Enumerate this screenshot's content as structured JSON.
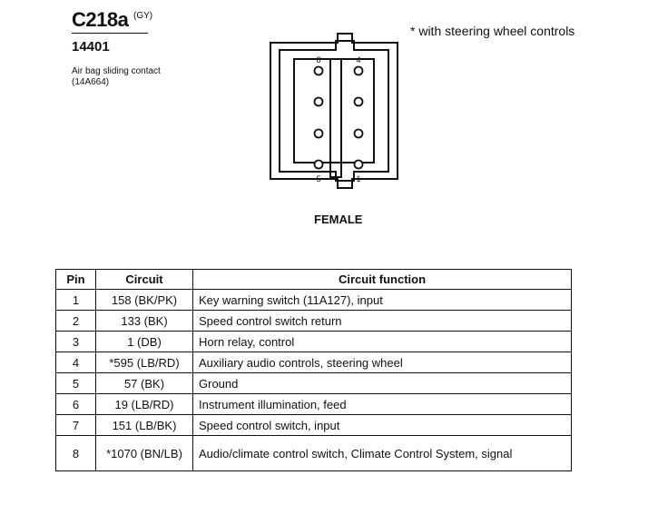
{
  "header": {
    "connector_id": "C218a",
    "connector_color": "(GY)",
    "part_number": "14401",
    "description": "Air bag sliding contact (14A664)",
    "note": "*  with steering wheel controls"
  },
  "connector": {
    "pin_labels": {
      "top_left": "8",
      "top_right": "4",
      "bottom_left": "5",
      "bottom_right": "1"
    },
    "gender": "FEMALE"
  },
  "table": {
    "headers": {
      "pin": "Pin",
      "circuit": "Circuit",
      "function": "Circuit function"
    },
    "rows": [
      {
        "pin": "1",
        "circuit": "158 (BK/PK)",
        "function": "Key warning switch (11A127), input"
      },
      {
        "pin": "2",
        "circuit": "133 (BK)",
        "function": "Speed control switch return"
      },
      {
        "pin": "3",
        "circuit": "1 (DB)",
        "function": "Horn relay, control"
      },
      {
        "pin": "4",
        "circuit": "*595 (LB/RD)",
        "function": "Auxiliary audio controls, steering wheel"
      },
      {
        "pin": "5",
        "circuit": "57 (BK)",
        "function": "Ground"
      },
      {
        "pin": "6",
        "circuit": "19 (LB/RD)",
        "function": "Instrument illumination, feed"
      },
      {
        "pin": "7",
        "circuit": "151 (LB/BK)",
        "function": "Speed control switch, input"
      },
      {
        "pin": "8",
        "circuit": "*1070 (BN/LB)",
        "function": "Audio/climate control switch, Climate Control System, signal"
      }
    ]
  }
}
